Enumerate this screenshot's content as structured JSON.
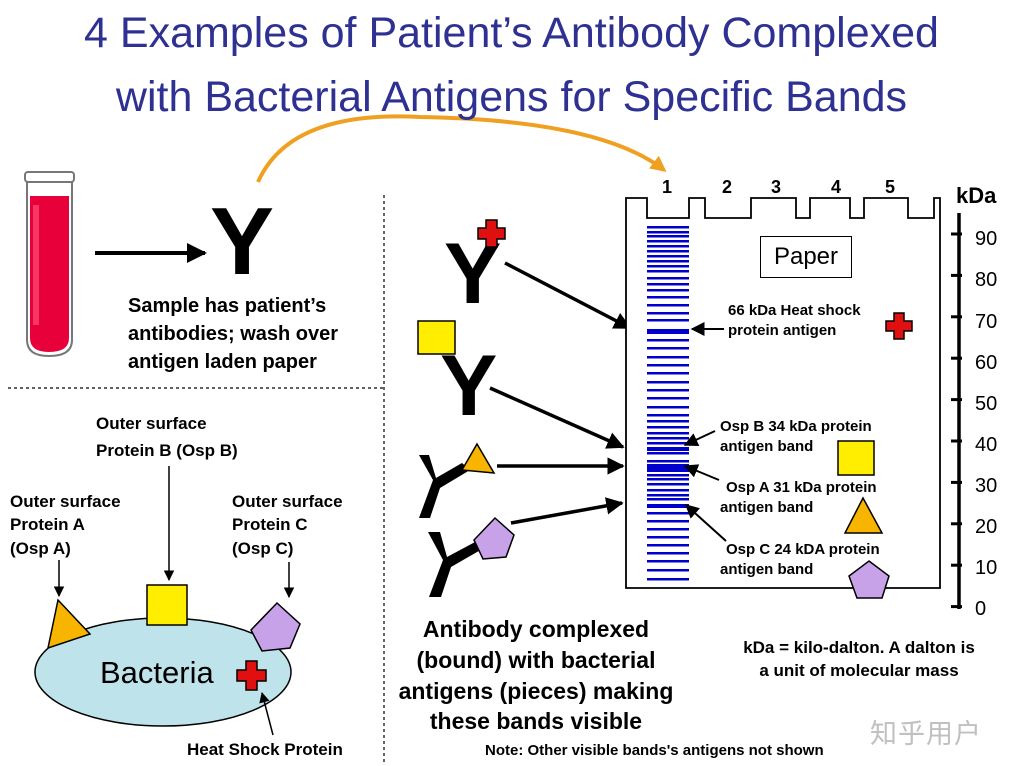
{
  "title": {
    "line1": "4 Examples of Patient’s Antibody Complexed",
    "line2": "with Bacterial Antigens for Specific Bands"
  },
  "sample": {
    "line1": "Sample has patient’s",
    "line2": "antibodies; wash over",
    "line3": "antigen laden paper"
  },
  "bacteria": {
    "label": "Bacteria",
    "osp_b_line1": "Outer surface",
    "osp_b_line2": "Protein B (Osp B)",
    "osp_a_line1": "Outer surface",
    "osp_a_line2": "Protein A",
    "osp_a_line3": "(Osp A)",
    "osp_c_line1": "Outer surface",
    "osp_c_line2": "Protein C",
    "osp_c_line3": "(Osp C)",
    "heat_shock": "Heat Shock Protein"
  },
  "caption": {
    "line1": "Antibody complexed",
    "line2": "(bound) with bacterial",
    "line3": "antigens (pieces) making",
    "line4": "these bands visible"
  },
  "note": "Note: Other visible bands's antigens not shown",
  "paper": {
    "label": "Paper",
    "lanes": [
      "1",
      "2",
      "3",
      "4",
      "5"
    ]
  },
  "bands": {
    "heat_shock_line1": "66 kDa Heat shock",
    "heat_shock_line2": "protein antigen",
    "osp_b_line1": "Osp B 34 kDa protein",
    "osp_b_line2": "antigen band",
    "osp_a_line1": "Osp A 31 kDa protein",
    "osp_a_line2": "antigen band",
    "osp_c_line1": "Osp C 24 kDA protein",
    "osp_c_line2": "antigen band"
  },
  "scale": {
    "unit": "kDa",
    "ticks": [
      "90",
      "80",
      "70",
      "60",
      "50",
      "40",
      "30",
      "20",
      "10",
      "0"
    ]
  },
  "kda_note": {
    "line1": "kDa = kilo-dalton.  A dalton is",
    "line2": "a unit of molecular mass"
  },
  "watermark": "知乎用户",
  "colors": {
    "title": "#2e3192",
    "band": "#0000cc",
    "blood": "#e8003a",
    "arrow_orange": "#f0a020",
    "cross_red": "#e01010",
    "square_yellow": "#ffee00",
    "triangle_orange": "#f7b500",
    "pentagon_purple": "#c8a2e8",
    "bacteria_fill": "#bfe3ea"
  }
}
